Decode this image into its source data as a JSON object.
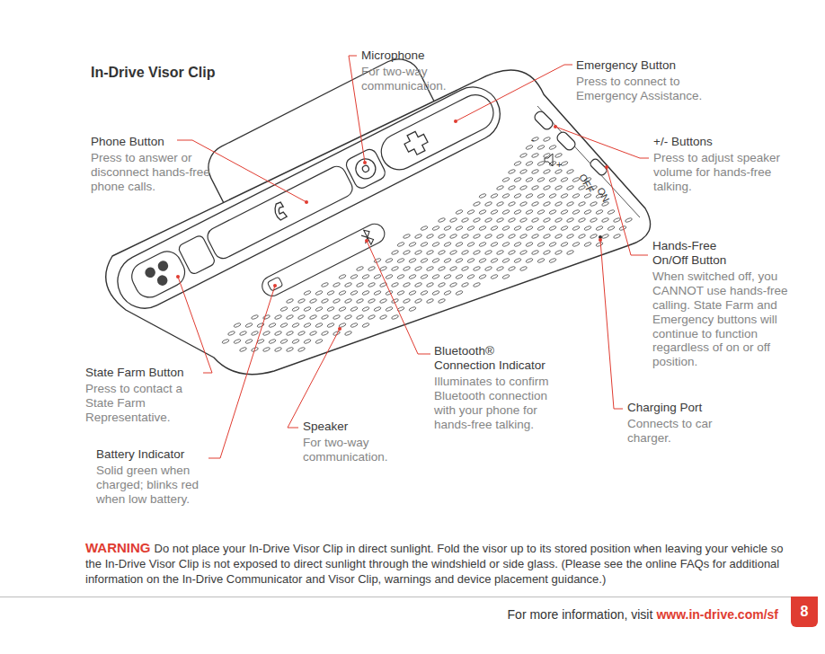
{
  "diagram": {
    "title": "In-Drive Visor Clip",
    "nodes": [
      {
        "text": [
          "8"
        ]
      }
    ],
    "labels": [
      "Microphone",
      "For two-way communication.",
      "Emergency Button",
      "Press to connect to Emergency Assistance.",
      "Phone Button",
      "Press to answer or disconnect hands-free phone calls.",
      "+/- Buttons",
      "Press to adjust speaker volume for hands-free talking.",
      "Hands-Free On/Off Button",
      "When switched off, you CANNOT use hands-free calling. State Farm and Emergency buttons will continue to function regardless of on or off position.",
      "State Farm Button",
      "Press to contact a State Farm Representative.",
      "Bluetooth® Connection Indicator",
      "Illuminates to confirm Bluetooth connection with your phone for hands-free talking.",
      "Speaker",
      "For two-way communication.",
      "Charging Port",
      "Connects to car charger.",
      "Battery Indicator",
      "Solid green when charged; blinks red when low battery.",
      "-",
      "+",
      "OFF",
      "ON",
      "WARNING",
      "Do not place your In-Drive Visor Clip in direct sunlight. Fold the visor up to its stored position when leaving your vehicle so the In-Drive Visor Clip is not exposed to direct sunlight through the windshield or side glass. (Please see the online FAQs for additional information on the In-Drive Communicator and Visor Clip, warnings and device placement guidance.)",
      "For more information, visit",
      "www.in-drive.com/sf"
    ]
  }
}
